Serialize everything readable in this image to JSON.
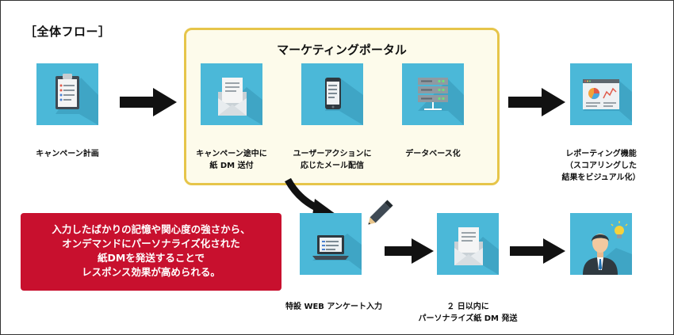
{
  "title": "［全体フロー］",
  "portal": {
    "title": "マーケティングポータル"
  },
  "steps": {
    "plan": {
      "icon": "clipboard-icon",
      "lines": [
        "キャンペーン計画"
      ]
    },
    "paper_dm": {
      "icon": "envelope-icon",
      "lines": [
        "キャンペーン途中に",
        "紙 DM 送付"
      ]
    },
    "user_action": {
      "icon": "smartphone-icon",
      "lines": [
        "ユーザーアクションに",
        "応じたメール配信"
      ]
    },
    "database": {
      "icon": "server-icon",
      "lines": [
        "データベース化"
      ]
    },
    "reporting": {
      "icon": "dashboard-chart-icon",
      "lines": [
        "レポーティング機能",
        "（スコアリングした",
        "結果をビジュアル化）"
      ]
    },
    "web_survey": {
      "icon": "laptop-icon",
      "lines": [
        "特設 WEB アンケート入力"
      ]
    },
    "personalized_dm": {
      "icon": "envelope-icon",
      "lines": [
        "２ 日以内に",
        "パーソナライズ紙 DM 発送"
      ]
    },
    "customer": {
      "icon": "businessman-lightbulb-icon",
      "lines": []
    }
  },
  "note": {
    "lines": [
      "入力したばかりの記憶や関心度の強さから、",
      "オンデマンドにパーソナライズ化された",
      "紙DMを発送することで",
      "レスポンス効果が高められる。"
    ]
  },
  "colors": {
    "tile": "#4bb8d8",
    "portal_border": "#e6c54a",
    "note_bg": "#c8102e",
    "arrow": "#111111"
  }
}
